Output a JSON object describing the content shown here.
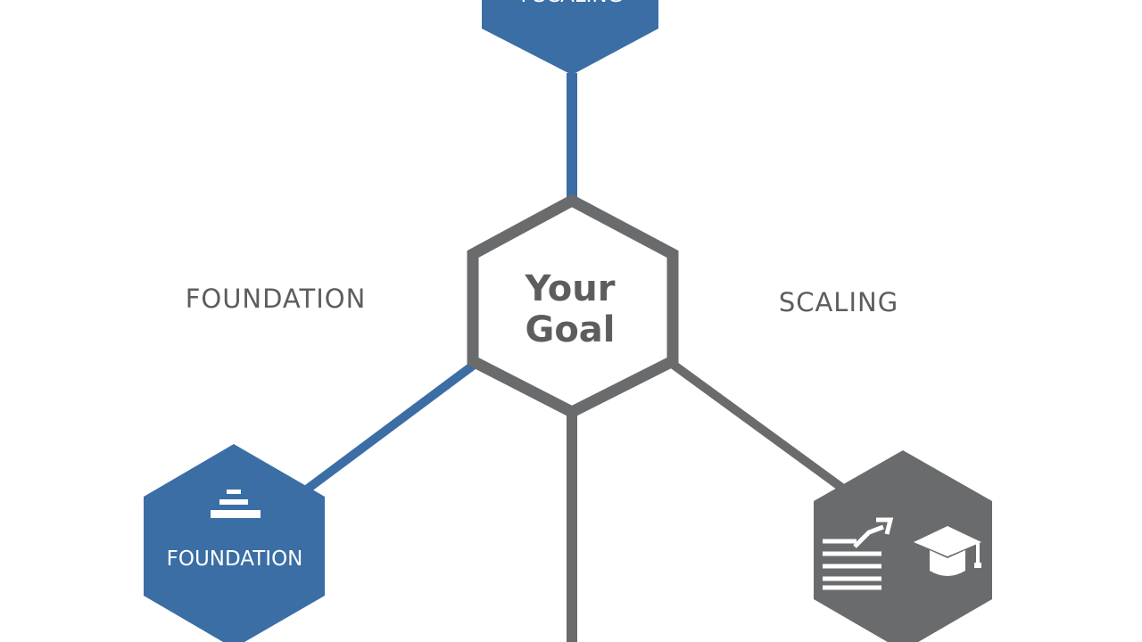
{
  "center": {
    "line1": "Your",
    "line2": "Goal"
  },
  "labels": {
    "left": "FOUNDATION",
    "right": "SCALING"
  },
  "nodes": {
    "top": {
      "text": "PSCALING",
      "color": "#3a6ea5"
    },
    "left": {
      "text": "FOUNDATION",
      "color": "#3a6ea5",
      "icon": "layers-icon"
    },
    "right": {
      "color": "#6a6b6d",
      "icons": [
        "growth-chart-icon",
        "graduation-cap-icon"
      ]
    }
  },
  "colors": {
    "blue": "#3a6ea5",
    "gray": "#6a6b6d",
    "text_gray": "#5c5d5f"
  }
}
